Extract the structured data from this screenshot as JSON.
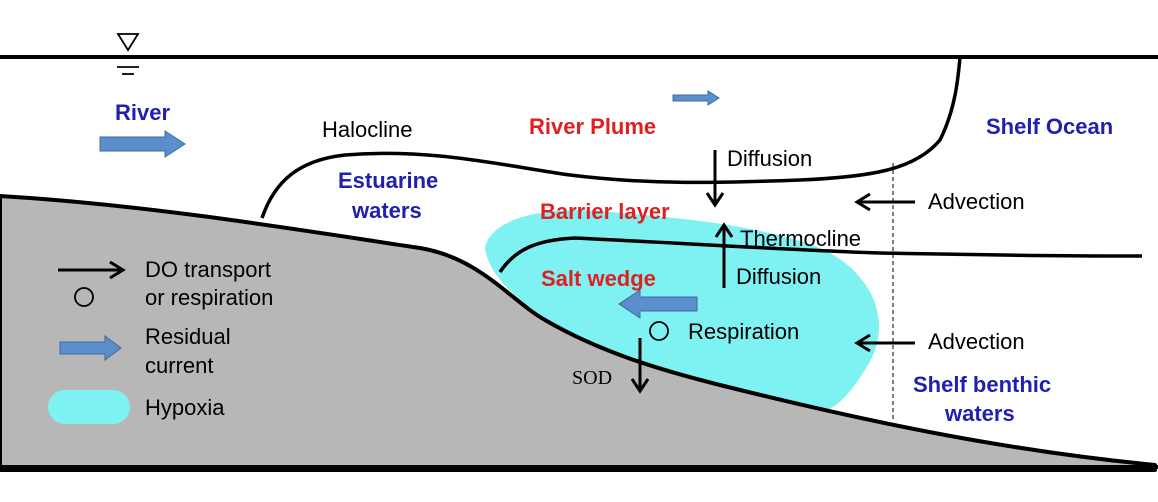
{
  "labels": {
    "river": "River",
    "halocline": "Halocline",
    "river_plume": "River Plume",
    "shelf_ocean": "Shelf Ocean",
    "estuarine_1": "Estuarine",
    "estuarine_2": "waters",
    "diffusion_top": "Diffusion",
    "barrier_layer": "Barrier layer",
    "advection_top": "Advection",
    "thermocline": "Thermocline",
    "salt_wedge": "Salt wedge",
    "diffusion_bottom": "Diffusion",
    "respiration": "Respiration",
    "advection_bottom": "Advection",
    "sod": "SOD",
    "shelf_benthic_1": "Shelf benthic",
    "shelf_benthic_2": "waters"
  },
  "legend": {
    "do_transport_1": "DO transport",
    "do_transport_2": "or respiration",
    "residual_1": "Residual",
    "residual_2": "current",
    "hypoxia": "Hypoxia"
  },
  "colors": {
    "hypoxia": "#7ef2f2",
    "residual_current": "#5b8fcc",
    "seabed": "#b7b7b7",
    "water_mass_label": "#1f1fb0",
    "plume_label": "#e02020"
  }
}
